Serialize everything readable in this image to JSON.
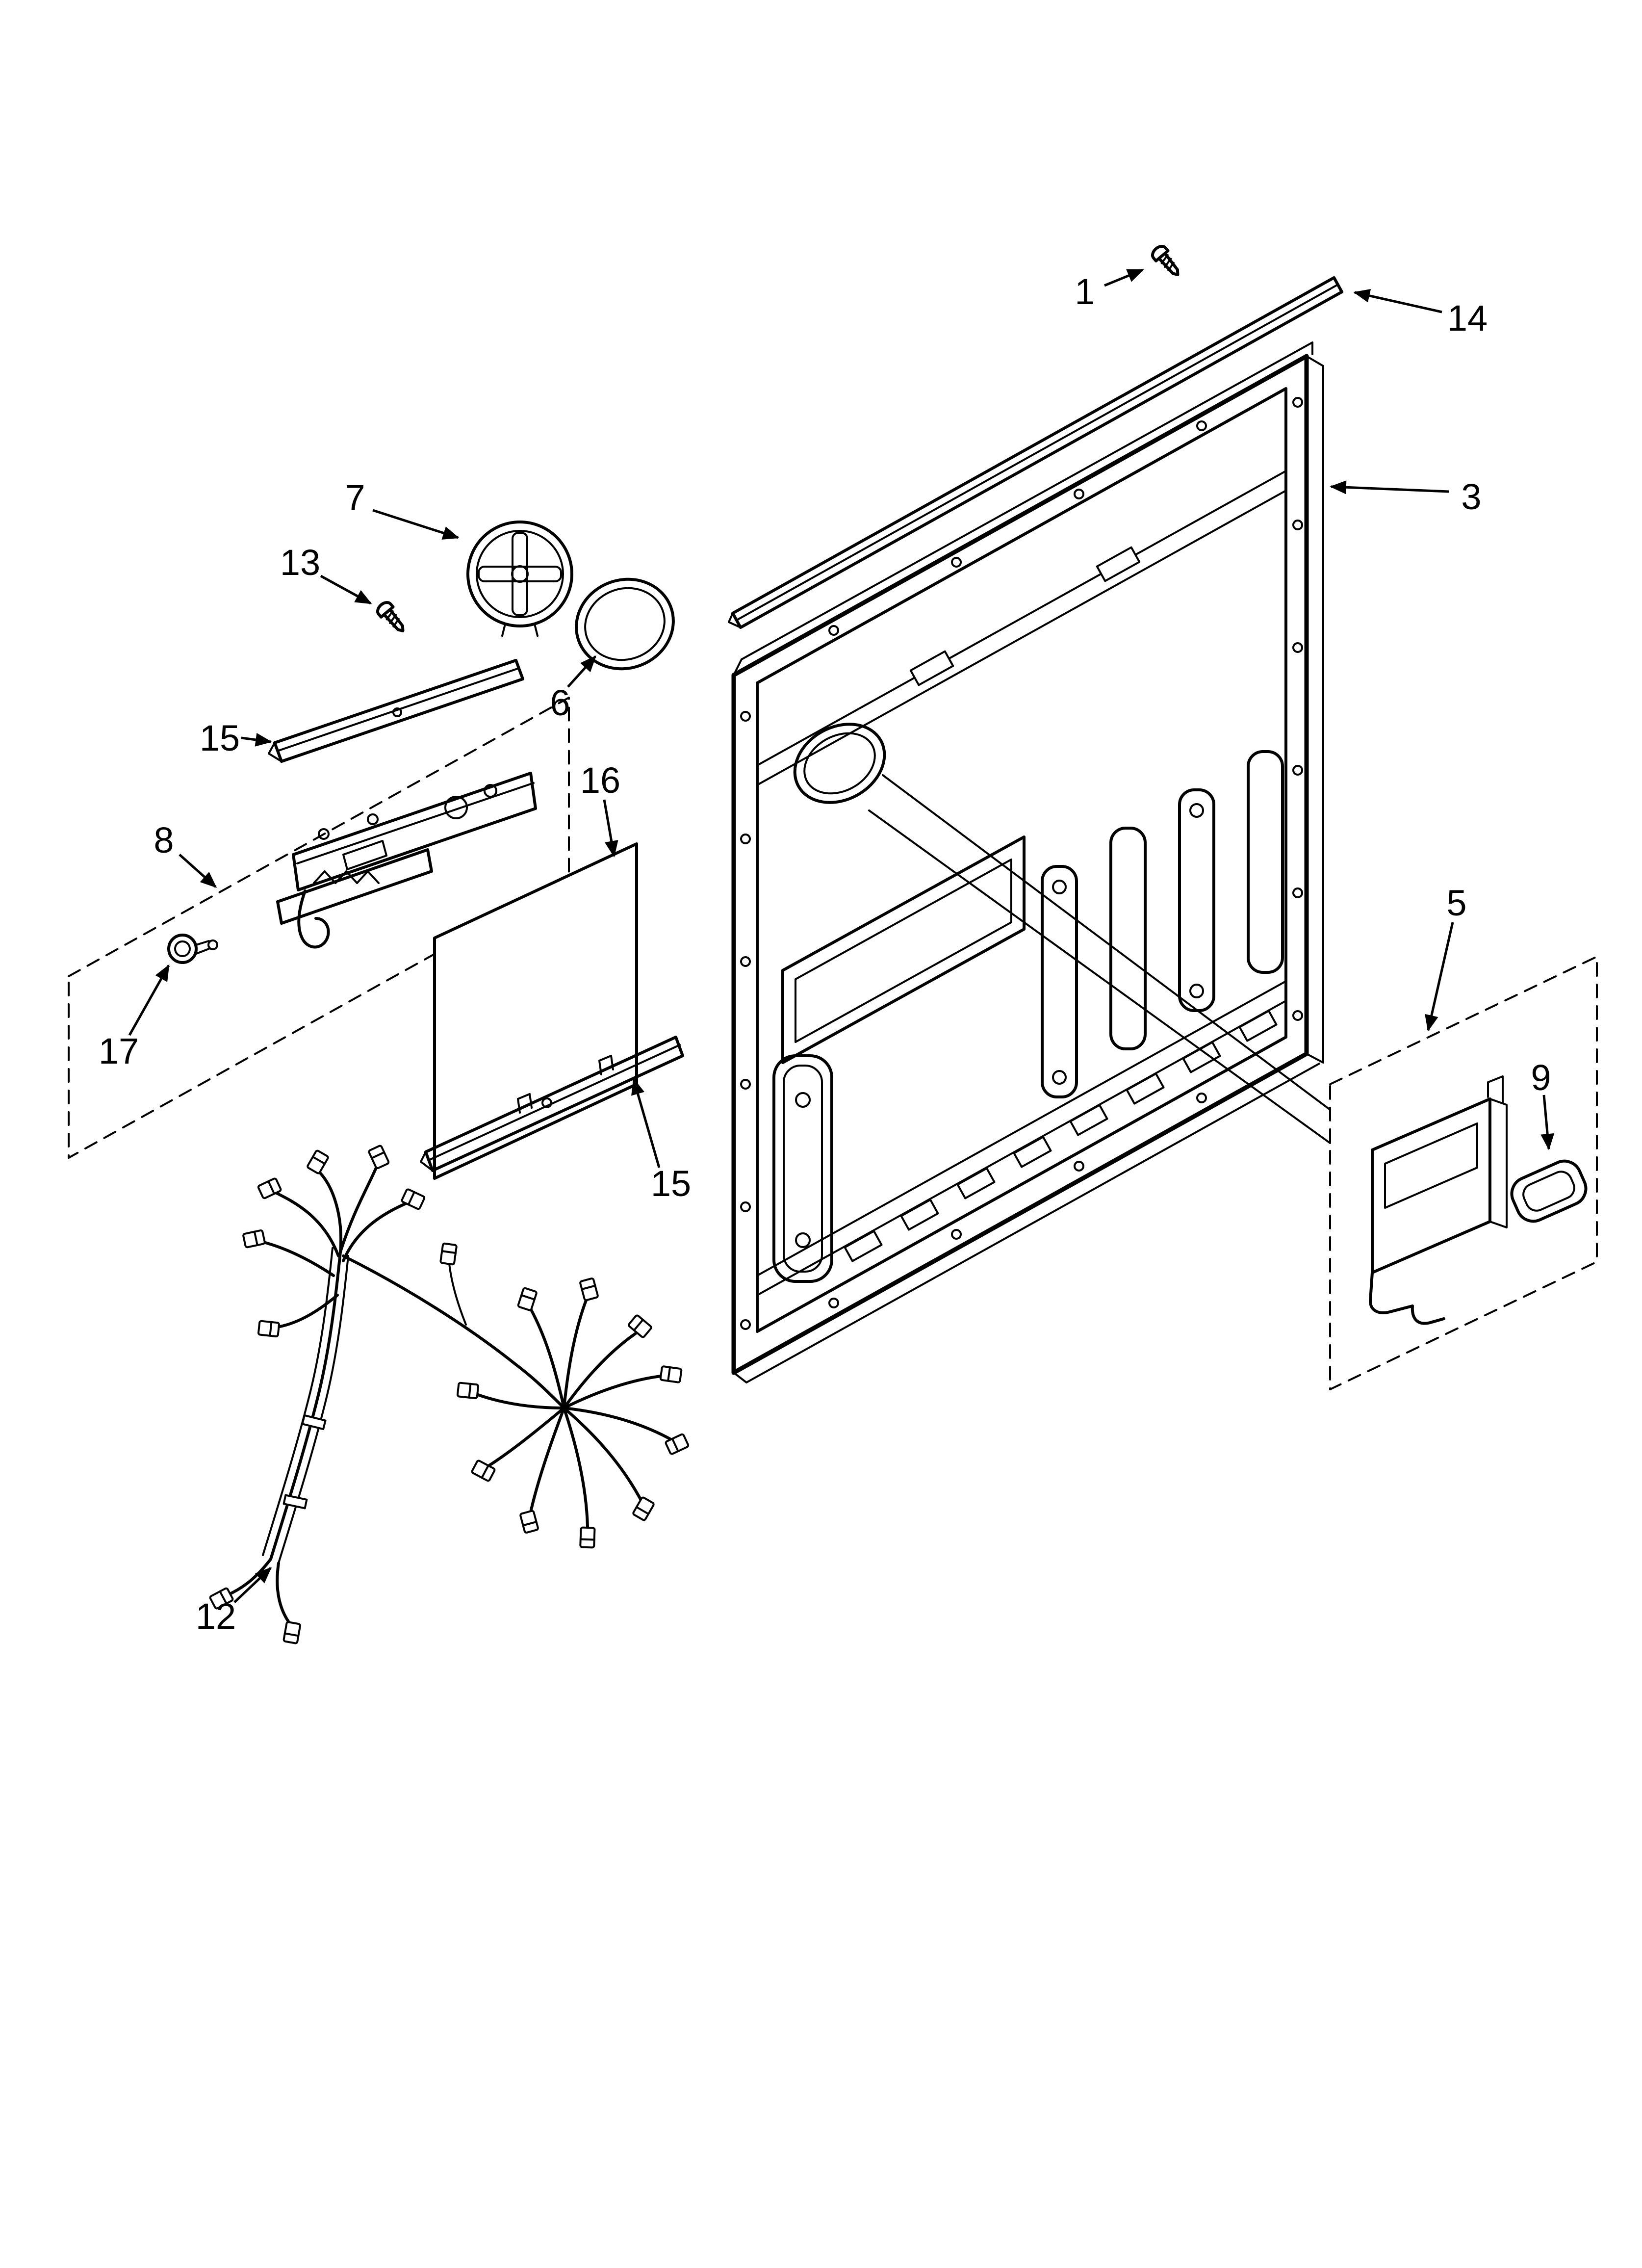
{
  "diagram": {
    "kind": "exploded-parts-diagram",
    "subject": "dishwasher-inner-door-panel",
    "colors": {
      "background": "#ffffff",
      "line": "#000000"
    }
  },
  "callouts": {
    "c1": {
      "label": "1",
      "part": "trim-screw"
    },
    "c3": {
      "label": "3",
      "part": "inner-door-panel"
    },
    "c5": {
      "label": "5",
      "part": "vent-assembly-group"
    },
    "c6": {
      "label": "6",
      "part": "vent-seal-ring"
    },
    "c7": {
      "label": "7",
      "part": "vent-cap"
    },
    "c8": {
      "label": "8",
      "part": "door-latch-group"
    },
    "c9": {
      "label": "9",
      "part": "vent-grille"
    },
    "c12": {
      "label": "12",
      "part": "wire-harness"
    },
    "c13": {
      "label": "13",
      "part": "latch-screw"
    },
    "c14": {
      "label": "14",
      "part": "top-trim-strip"
    },
    "c15a": {
      "label": "15",
      "part": "trim-strip-upper"
    },
    "c15b": {
      "label": "15",
      "part": "trim-strip-lower"
    },
    "c16": {
      "label": "16",
      "part": "access-panel"
    },
    "c17": {
      "label": "17",
      "part": "door-bumper"
    }
  }
}
